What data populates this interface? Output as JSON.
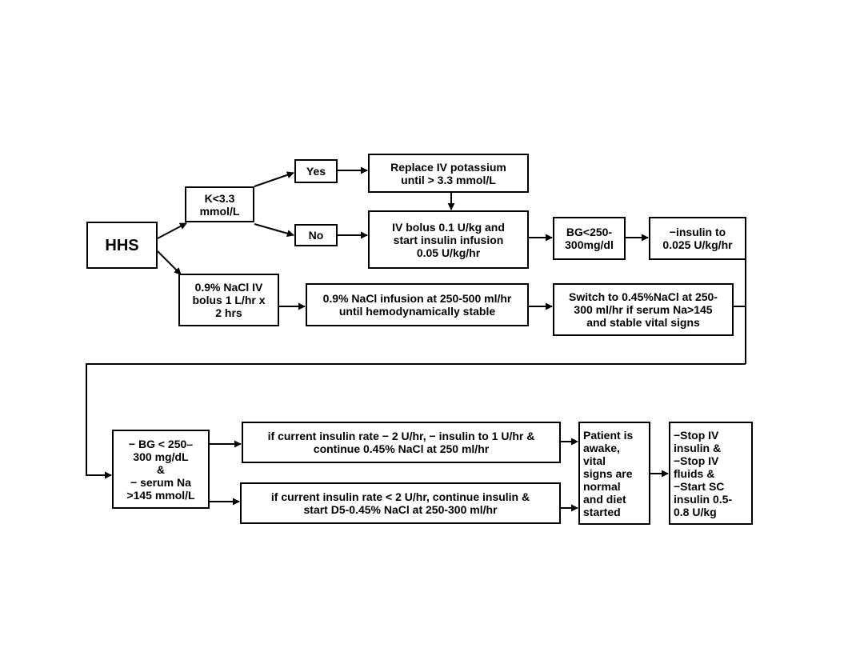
{
  "nodes": {
    "hhs": "HHS",
    "k_check": "K<3.3\nmmol/L",
    "yes": "Yes",
    "no": "No",
    "replace_k": "Replace IV potassium\nuntil > 3.3 mmol/L",
    "iv_bolus_insulin": "IV bolus 0.1 U/kg and\nstart insulin infusion\n0.05 U/kg/hr",
    "bg_check": "BG<250-\n300mg/dl",
    "decrease_insulin": "−insulin to\n0.025 U/kg/hr",
    "nacl_bolus": "0.9% NaCl IV\nbolus 1 L/hr x\n2 hrs",
    "nacl_infusion": "0.9% NaCl infusion at 250-500 ml/hr\nuntil hemodynamically stable",
    "switch_nacl": "Switch to 0.45%NaCl at 250-\n300 ml/hr if serum Na>145\nand stable vital signs",
    "bg_na_check": "− BG < 250–\n300 mg/dL\n&\n− serum Na\n>145 mmol/L",
    "insulin_high": "if current insulin rate − 2 U/hr, − insulin to 1 U/hr &\ncontinue 0.45% NaCl at 250 ml/hr",
    "insulin_low": "if current insulin rate < 2 U/hr, continue insulin &\nstart D5-0.45% NaCl at 250-300 ml/hr",
    "patient_status": "Patient is\nawake,\nvital\nsigns are\nnormal\nand diet\nstarted",
    "final_steps": "−Stop IV\ninsulin &\n−Stop IV\nfluids &\n−Start SC\ninsulin 0.5-\n0.8 U/kg"
  },
  "colors": {
    "stroke": "#000000",
    "fill": "#ffffff"
  }
}
